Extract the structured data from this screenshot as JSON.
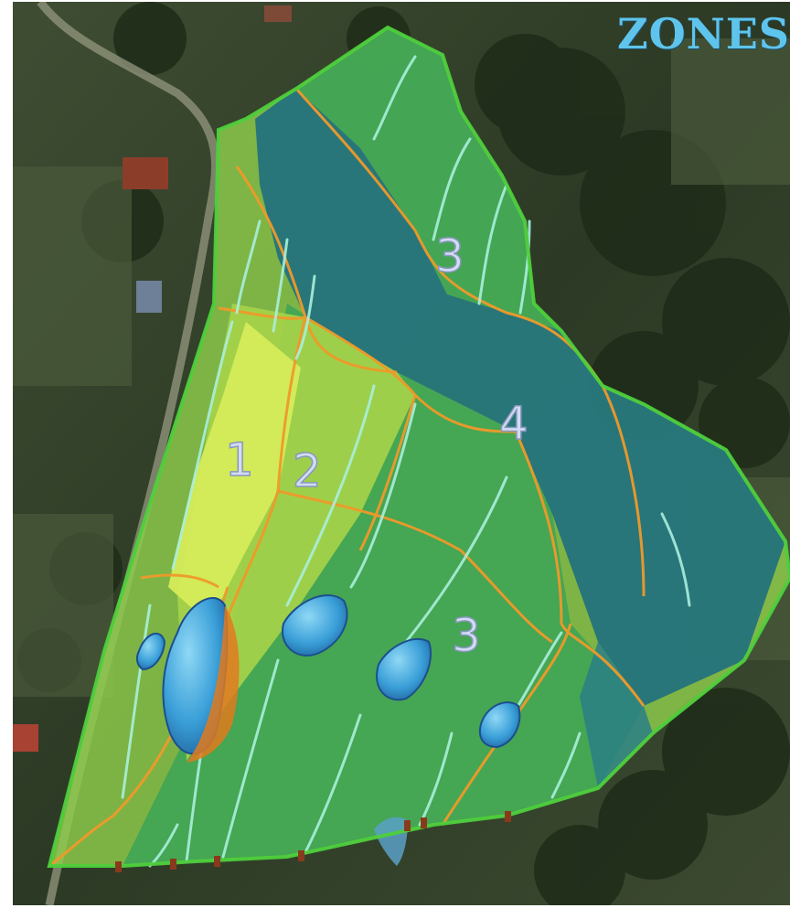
{
  "map": {
    "title": "ZONES",
    "zones": [
      {
        "label": "1",
        "color": "#d6ec5a"
      },
      {
        "label": "2",
        "color": "#a6d24a"
      },
      {
        "label": "3",
        "color": "#3ea455"
      },
      {
        "label": "3",
        "color": "#3ea455"
      },
      {
        "label": "4",
        "color": "#1f6f7e"
      }
    ],
    "colors": {
      "title": "#5fc4ec",
      "boundary": "#ef9a2a",
      "swale": "#a9f0dc",
      "pond": "#3a9fd8",
      "outline": "#4fcf3c"
    },
    "icons": [
      "pond-icon",
      "swale-line",
      "outlet-marker"
    ]
  }
}
